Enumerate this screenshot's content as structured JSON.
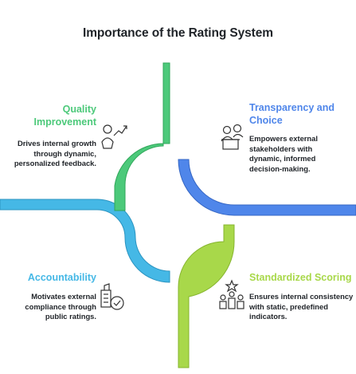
{
  "title": "Importance of the Rating System",
  "colors": {
    "quality": "#4cc97a",
    "transparency": "#4f86ea",
    "accountability": "#45b8e6",
    "standardized": "#a8d84a"
  },
  "sections": {
    "quality": {
      "title_line1": "Quality",
      "title_line2": "Improvement",
      "desc_line1": "Drives internal growth",
      "desc_line2": "through dynamic,",
      "desc_line3": "personalized feedback.",
      "icon": "person-growth-arrow-icon"
    },
    "transparency": {
      "title_line1": "Transparency and",
      "title_line2": "Choice",
      "desc_line1": "Empowers external",
      "desc_line2": "stakeholders with",
      "desc_line3": "dynamic, informed",
      "desc_line4": "decision-making.",
      "icon": "people-podium-icon"
    },
    "accountability": {
      "title": "Accountability",
      "desc_line1": "Motivates external",
      "desc_line2": "compliance through",
      "desc_line3": "public ratings.",
      "icon": "building-check-icon"
    },
    "standardized": {
      "title": "Standardized Scoring",
      "desc_line1": "Ensures internal consistency",
      "desc_line2": "with static, predefined",
      "desc_line3": "indicators.",
      "icon": "star-podium-icon"
    }
  }
}
